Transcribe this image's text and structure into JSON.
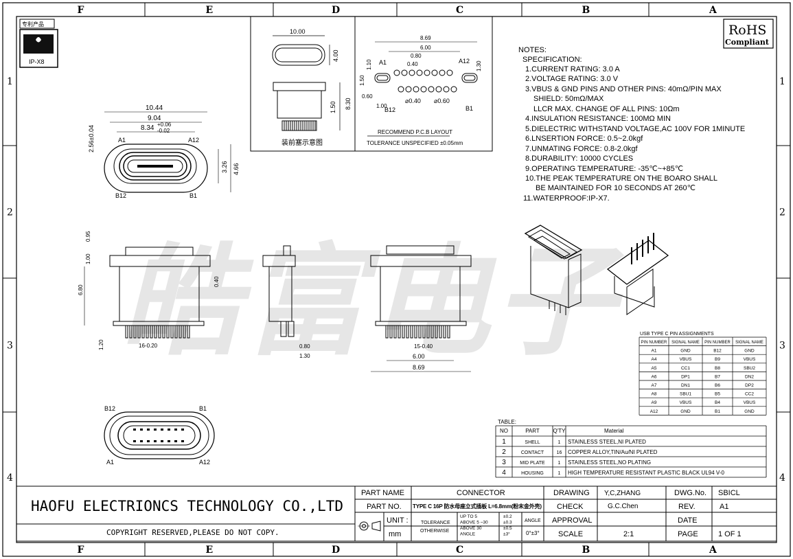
{
  "border": {
    "columns": [
      "F",
      "E",
      "D",
      "C",
      "B",
      "A"
    ],
    "rows": [
      "1",
      "2",
      "3",
      "4"
    ]
  },
  "watermark": "皓富电子",
  "patent_label": "专利产品",
  "ip_badge": "IP-X8",
  "rohs": {
    "title": "RoHS",
    "subtitle": "Compliant"
  },
  "notes": {
    "heading": "NOTES:",
    "spec_heading": "SPECIFICATION:",
    "lines": [
      "1.CURRENT RATING: 3.0 A",
      "2.VOLTAGE RATING: 3.0 V",
      "3.VBUS & GND PINS AND OTHER PINS: 40mΩ/PIN MAX",
      "SHIELD: 50mΩ/MAX",
      "LLCR MAX. CHANGE OF ALL PINS: 10Ωm",
      "4.INSULATION RESISTANCE:  100MΩ MIN",
      "5.DIELECTRIC WITHSTAND VOLTAGE,AC 100V FOR 1MINUTE",
      "6.LNSERTION FORCE: 0.5~2.0kgf",
      "7.UNMATING FORCE: 0.8-2.0kgf",
      "8.DURABILITY: 10000 CYCLES",
      "9.OPERATING TEMPERATURE: -35℃~+85℃",
      "10.THE PEAK TEMPERATURE ON THE BOARO SHALL",
      "BE MAINTAINED FOR 10 SECONDS AT 260℃",
      "11.WATERPROOF:IP-X7."
    ]
  },
  "pcb": {
    "caption": "RECOMMEND P.C.B LAYOUT",
    "tolerance": "TOLERANCE UNSPECIFIED ±0.05mm",
    "dims": [
      "8.69",
      "6.00",
      "0.80",
      "0.40",
      "1.10",
      "1.30",
      "1.50",
      "0.60",
      "1.00",
      "⌀0.40",
      "⌀0.60",
      "A1",
      "A12",
      "B12",
      "B1"
    ]
  },
  "assembly": {
    "caption": "装前塞示意图",
    "dims": [
      "10.00",
      "4.00",
      "1.50",
      "8.30"
    ]
  },
  "front_view": {
    "dims": [
      "10.44",
      "9.04",
      "8.34",
      "+0.06",
      "-0.02",
      "2.56±0.04",
      "3.26",
      "4.66",
      "A1",
      "A12",
      "B12",
      "B1"
    ]
  },
  "side_views": {
    "dims": [
      "0.95",
      "1.00",
      "6.80",
      "0.40",
      "1.20",
      "16-0.20",
      "0.80",
      "1.30",
      "15-0.40",
      "6.00",
      "8.69"
    ]
  },
  "bottom_view": {
    "labels": [
      "B12",
      "B1",
      "A1",
      "A12"
    ]
  },
  "pin_table": {
    "title": "USB TYPE C PIN ASSIGNMENTS",
    "headers": [
      "PIN NUMBER",
      "SIGNAL NAME",
      "PIN NUMBER",
      "SIGNAL NAME"
    ],
    "rows": [
      [
        "A1",
        "GND",
        "B12",
        "GND"
      ],
      [
        "A4",
        "VBUS",
        "B9",
        "VBUS"
      ],
      [
        "A5",
        "CC1",
        "B8",
        "SBU2"
      ],
      [
        "A6",
        "DP1",
        "B7",
        "DN2"
      ],
      [
        "A7",
        "DN1",
        "B6",
        "DP2"
      ],
      [
        "A8",
        "SBU1",
        "B5",
        "CC2"
      ],
      [
        "A9",
        "VBUS",
        "B4",
        "VBUS"
      ],
      [
        "A12",
        "GND",
        "B1",
        "GND"
      ]
    ]
  },
  "material_table": {
    "title": "TABLE:",
    "headers": [
      "NO",
      "PART",
      "Q'TY",
      "Material"
    ],
    "rows": [
      [
        "1",
        "SHELL",
        "1",
        "STAINLESS STEEL,NI PLATED"
      ],
      [
        "2",
        "CONTACT",
        "16",
        "COPPER ALLOY,TIN/Au/NI PLATED"
      ],
      [
        "3",
        "MID PLATE",
        "1",
        "STAINLESS STEEL,NO PLATING"
      ],
      [
        "4",
        "HOUSING",
        "1",
        "HIGH TEMPERATURE RESISTANT PLASTIC BLACK UL94 V-0"
      ]
    ]
  },
  "title_block": {
    "company": "HAOFU ELECTRIONCS TECHNOLOGY CO.,LTD",
    "copyright": "COPYRIGHT RESERVED,PLEASE DO NOT COPY.",
    "part_name_label": "PART NAME",
    "part_name": "CONNECTOR",
    "part_no_label": "PART NO.",
    "part_no": "TYPE C 16P 防水母座立式插板 L=6.8mm(粉末金外壳)",
    "unit_label": "UNIT :",
    "unit": "mm",
    "tolerance_label": "TOLERANCE",
    "otherwise_label": "OTHERWISE",
    "tol_rows": [
      [
        "UP TO 5",
        "±0.2"
      ],
      [
        "ABOVE 5 ~30",
        "±0.3"
      ],
      [
        "ABOVE 30",
        "±0.5"
      ],
      [
        "ANGLE",
        "±3°"
      ]
    ],
    "angle_label": "ANGLE",
    "angle_value": "0°±3°",
    "drawing_label": "DRAWING",
    "drawing_by": "Y,C,ZHANG",
    "check_label": "CHECK",
    "check_by": "G.C.Chen",
    "approval_label": "APPROVAL",
    "scale_label": "SCALE",
    "scale": "2:1",
    "dwg_label": "DWG.No.",
    "dwg_no": "SBICL",
    "rev_label": "REV.",
    "rev": "A1",
    "date_label": "DATE",
    "page_label": "PAGE",
    "page": "1 OF 1"
  }
}
